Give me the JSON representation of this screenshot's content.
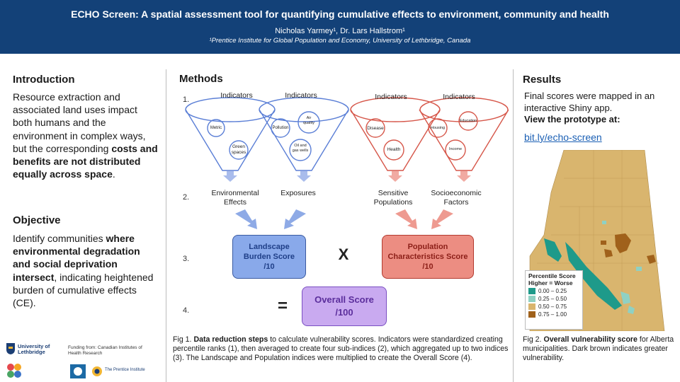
{
  "header": {
    "title": "ECHO Screen: A spatial assessment tool for quantifying cumulative effects to environment, community and health",
    "authors": "Nicholas Yarmey¹, Dr. Lars Hallstrom¹",
    "affiliation": "¹Prentice Institute for Global Population and Economy, University of Lethbridge, Canada",
    "bg_color": "#134178"
  },
  "intro": {
    "heading": "Introduction",
    "text_plain": "Resource extraction and associated land uses impact both humans and the environment in complex ways, but the corresponding ",
    "text_bold": "costs and benefits are not distributed equally across space",
    "text_end": "."
  },
  "objective": {
    "heading": "Objective",
    "text_plain": "Identify communities ",
    "text_bold": "where environmental degradation and social deprivation intersect",
    "text_end": ", indicating heightened burden of cumulative effects (CE)."
  },
  "logos": {
    "uleth": "University of Lethbridge",
    "funding": "Funding from: Canadian Institutes of Health Research",
    "prentice": "The Prentice Institute"
  },
  "methods": {
    "heading": "Methods",
    "steps": [
      "1.",
      "2.",
      "3.",
      "4."
    ],
    "indicators_label": "Indicators",
    "funnel1": [
      "Metric",
      "Green spaces"
    ],
    "funnel2": [
      "Pollution",
      "Air quality",
      "Oil and gas wells"
    ],
    "funnel3": [
      "Disease",
      "Health"
    ],
    "funnel4": [
      "Housing",
      "Education",
      "Income"
    ],
    "subindices": [
      "Environmental Effects",
      "Exposures",
      "Sensitive Populations",
      "Socioeconomic Factors"
    ],
    "landscape_score": [
      "Landscape",
      "Burden Score",
      "/10"
    ],
    "population_score": [
      "Population",
      "Characteristics Score",
      "/10"
    ],
    "multiply": "X",
    "equals": "=",
    "overall_score": [
      "Overall Score",
      "/100"
    ],
    "env_color": "#7f9fe0",
    "pop_color": "#e87f72",
    "overall_color": "#c7a9ea"
  },
  "fig1": {
    "bold": "Data reduction steps",
    "prefix": "Fig 1. ",
    "text": " to calculate vulnerability scores. Indicators were standardized creating percentile ranks (1), then averaged to create four sub-indices (2), which aggregated up to two indices (3). The Landscape and Population indices were multiplied to create the Overall Score (4)."
  },
  "results": {
    "heading": "Results",
    "text": "Final scores were mapped in an interactive Shiny app.",
    "bold": "View the prototype at",
    "bold_end": ":",
    "link": "bit.ly/echo-screen",
    "legend_title": "Percentile Score",
    "legend_subtitle": "Higher = Worse",
    "legend_items": [
      {
        "label": "0.00 – 0.25",
        "color": "#1e9a8a"
      },
      {
        "label": "0.25 – 0.50",
        "color": "#8fd1c3"
      },
      {
        "label": "0.50 – 0.75",
        "color": "#d9b56e"
      },
      {
        "label": "0.75 – 1.00",
        "color": "#a0611b"
      }
    ]
  },
  "fig2": {
    "prefix": "Fig 2. ",
    "bold": "Overall vulnerability score",
    "text": " for Alberta municipalities. Dark brown indicates greater vulnerability."
  }
}
